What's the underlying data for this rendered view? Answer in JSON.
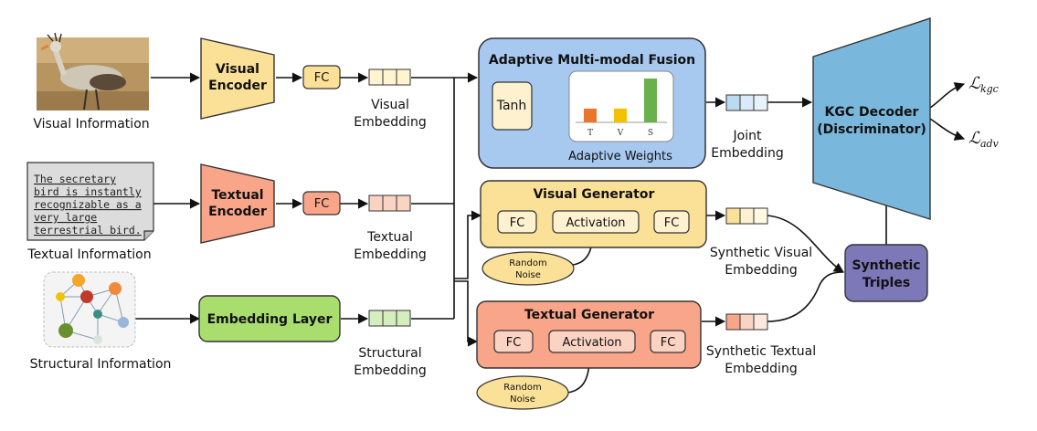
{
  "inputs": {
    "visual_label": "Visual Information",
    "textual_label": "Textual Information",
    "structural_label": "Structural Information",
    "textual_card_lines": [
      "The secretary",
      "bird is instantly",
      "recognizable as a",
      "very large",
      "terrestrial bird."
    ]
  },
  "encoders": {
    "visual": [
      "Visual",
      "Encoder"
    ],
    "textual": [
      "Textual",
      "Encoder"
    ],
    "embedding_layer": "Embedding Layer",
    "fc": "FC"
  },
  "embeddings": {
    "visual": [
      "Visual",
      "Embedding"
    ],
    "textual": [
      "Textual",
      "Embedding"
    ],
    "structural": [
      "Structural",
      "Embedding"
    ],
    "joint": [
      "Joint",
      "Embedding"
    ],
    "synthetic_visual": [
      "Synthetic Visual",
      "Embedding"
    ],
    "synthetic_textual": [
      "Synthetic Textual",
      "Embedding"
    ]
  },
  "fusion": {
    "title": "Adaptive Multi-modal Fusion",
    "tanh": "Tanh",
    "weights_label": "Adaptive Weights",
    "chart_data": {
      "type": "bar",
      "categories": [
        "T",
        "V",
        "S"
      ],
      "values": [
        0.22,
        0.22,
        0.7
      ],
      "colors": [
        "#e8762d",
        "#f2c200",
        "#6ab04c"
      ]
    }
  },
  "generators": {
    "visual_title": "Visual Generator",
    "textual_title": "Textual Generator",
    "fc": "FC",
    "activation": "Activation",
    "noise": [
      "Random",
      "Noise"
    ]
  },
  "decoder": [
    "KGC Decoder",
    "(Discriminator)"
  ],
  "synthetic_triples": [
    "Synthetic",
    "Triples"
  ],
  "losses": {
    "kgc": {
      "symbol": "ℒ",
      "sub": "kgc"
    },
    "adv": {
      "symbol": "ℒ",
      "sub": "adv"
    }
  },
  "colors": {
    "visual": "#fbe197",
    "textual": "#f9a58a",
    "structural": "#a9dd6e",
    "fusion": "#a7c8ef",
    "decoder": "#79b8dc",
    "triples": "#7d78b8"
  }
}
